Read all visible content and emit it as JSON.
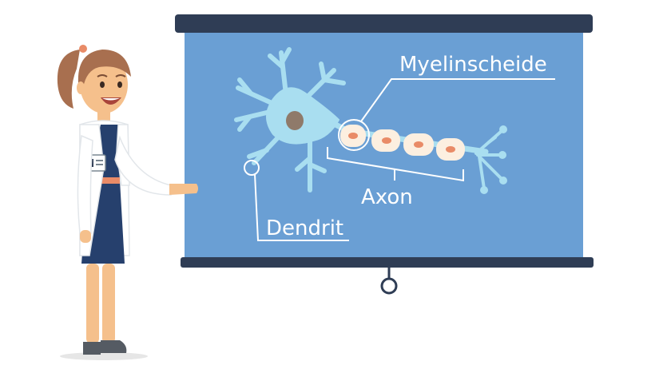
{
  "diagram": {
    "labels": {
      "myelin": "Myelinscheide",
      "axon": "Axon",
      "dendrite": "Dendrit"
    },
    "colors": {
      "screen": "#6a9fd4",
      "screen_bar": "#2f3d55",
      "neuron": "#a9def0",
      "nucleus": "#8f7a6a",
      "myelin_fill": "#fcefe0",
      "myelin_core": "#e98b67",
      "teacher_hair": "#a86f4f",
      "teacher_coat": "#ffffff",
      "teacher_dress": "#26406d",
      "teacher_skin": "#f5c08c"
    }
  }
}
